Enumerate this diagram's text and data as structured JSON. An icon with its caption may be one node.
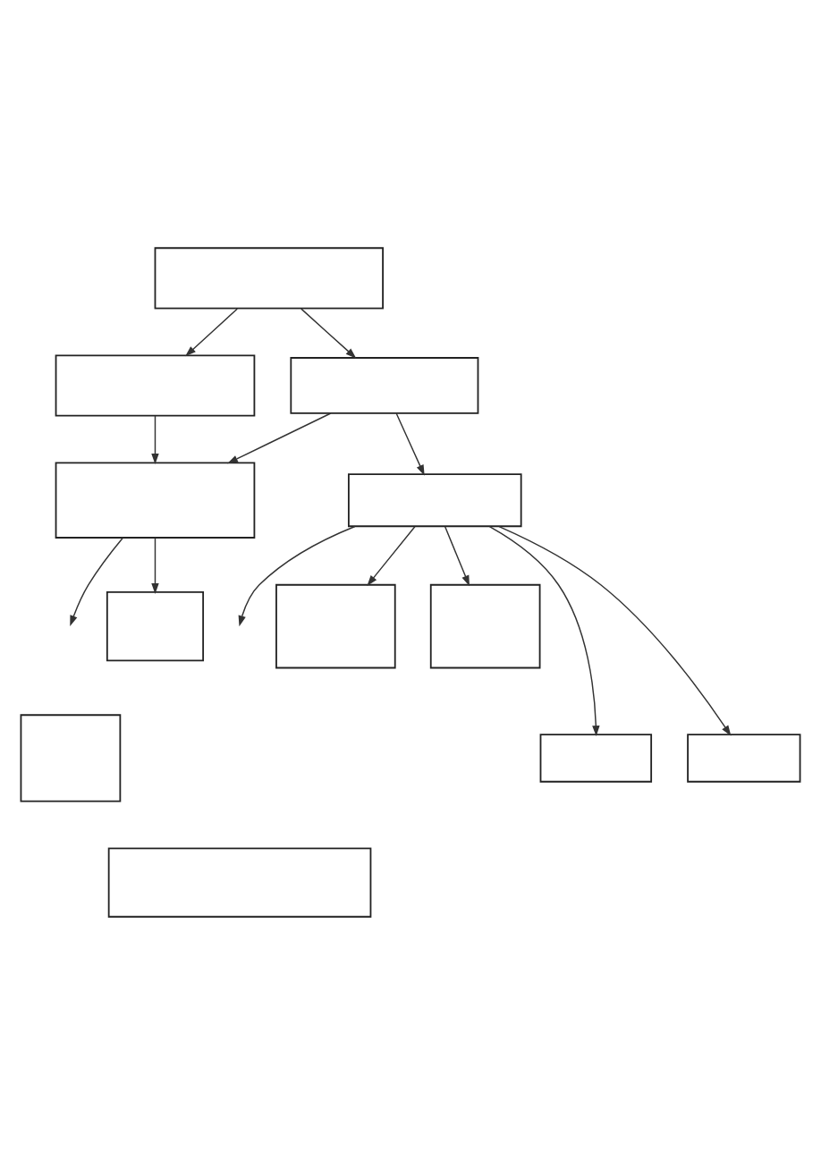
{
  "diagram": {
    "nodes": [
      {
        "text": [],
        "shape": "box"
      },
      {
        "text": [],
        "shape": "box"
      },
      {
        "text": [],
        "shape": "box"
      },
      {
        "text": [],
        "shape": "box"
      },
      {
        "text": [],
        "shape": "box"
      },
      {
        "text": [],
        "shape": "box"
      },
      {
        "text": [],
        "shape": "box"
      },
      {
        "text": [],
        "shape": "box"
      },
      {
        "text": [],
        "shape": "box"
      },
      {
        "text": [],
        "shape": "box"
      },
      {
        "text": [],
        "shape": "box"
      },
      {
        "text": [],
        "shape": "box"
      }
    ],
    "edges": [
      {
        "from": 0,
        "to": 1,
        "arrow": "to"
      },
      {
        "from": 0,
        "to": 2,
        "arrow": "to"
      },
      {
        "from": 1,
        "to": 3,
        "arrow": "to"
      },
      {
        "from": 2,
        "to": 3,
        "arrow": "to"
      },
      {
        "from": 2,
        "to": 4,
        "arrow": "to"
      },
      {
        "from": 3,
        "to": null,
        "arrow": "to"
      },
      {
        "from": 3,
        "to": 5,
        "arrow": "to"
      },
      {
        "from": 4,
        "to": null,
        "arrow": "to"
      },
      {
        "from": 4,
        "to": 6,
        "arrow": "to"
      },
      {
        "from": 4,
        "to": 7,
        "arrow": "to"
      },
      {
        "from": 4,
        "to": 9,
        "arrow": "to"
      },
      {
        "from": 4,
        "to": 10,
        "arrow": "to"
      }
    ]
  }
}
